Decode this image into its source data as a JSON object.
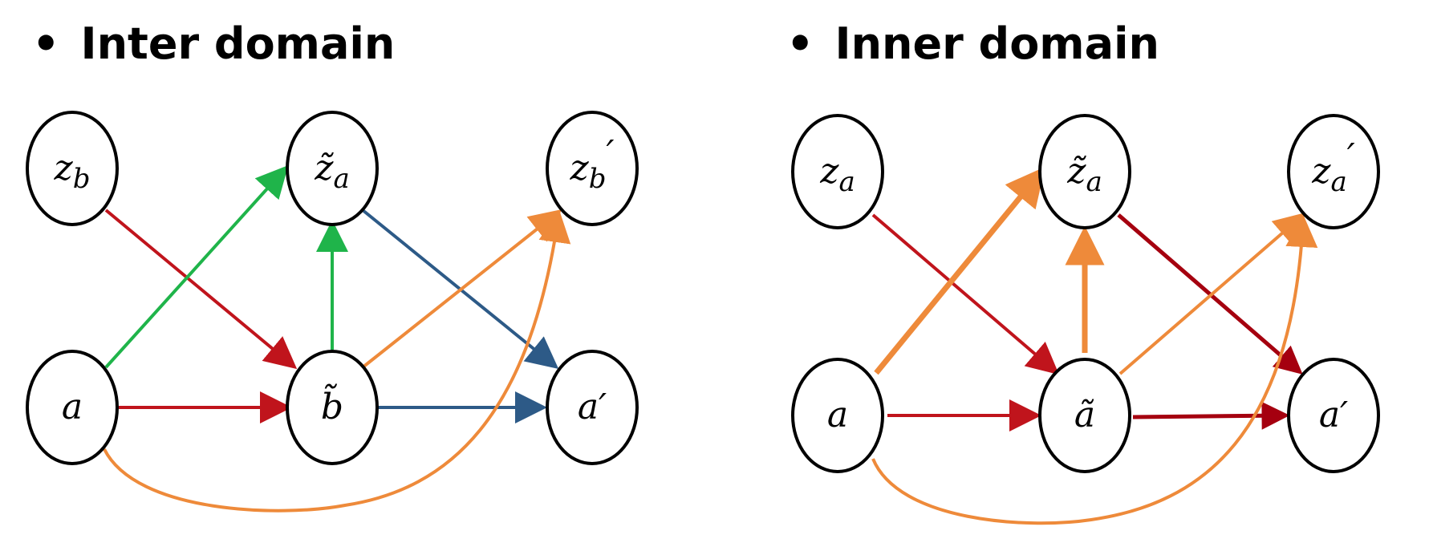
{
  "headings": {
    "bullet": "•",
    "left": "Inter domain",
    "right": "Inner domain"
  },
  "colors": {
    "red": "#c0141c",
    "green": "#1fb44a",
    "blue": "#2d5a87",
    "orange": "#ee8a3a",
    "dark_red": "#a5000f"
  },
  "inter": {
    "nodes": {
      "zb": {
        "base": "z",
        "sub": "b",
        "sup": ""
      },
      "za_tilde": {
        "base": "z̃",
        "sub": "a",
        "sup": ""
      },
      "zb_prime": {
        "base": "z",
        "sub": "b",
        "sup": "′"
      },
      "a": {
        "base": "a",
        "sub": "",
        "sup": ""
      },
      "b_tilde": {
        "base": "b̃",
        "sub": "",
        "sup": ""
      },
      "a_prime": {
        "base": "a′",
        "sub": "",
        "sup": ""
      }
    }
  },
  "inner": {
    "nodes": {
      "za": {
        "base": "z",
        "sub": "a",
        "sup": ""
      },
      "za_tilde": {
        "base": "z̃",
        "sub": "a",
        "sup": ""
      },
      "za_prime": {
        "base": "z",
        "sub": "a",
        "sup": "′"
      },
      "a": {
        "base": "a",
        "sub": "",
        "sup": ""
      },
      "a_tilde": {
        "base": "ã",
        "sub": "",
        "sup": ""
      },
      "a_prime": {
        "base": "a′",
        "sub": "",
        "sup": ""
      }
    }
  }
}
